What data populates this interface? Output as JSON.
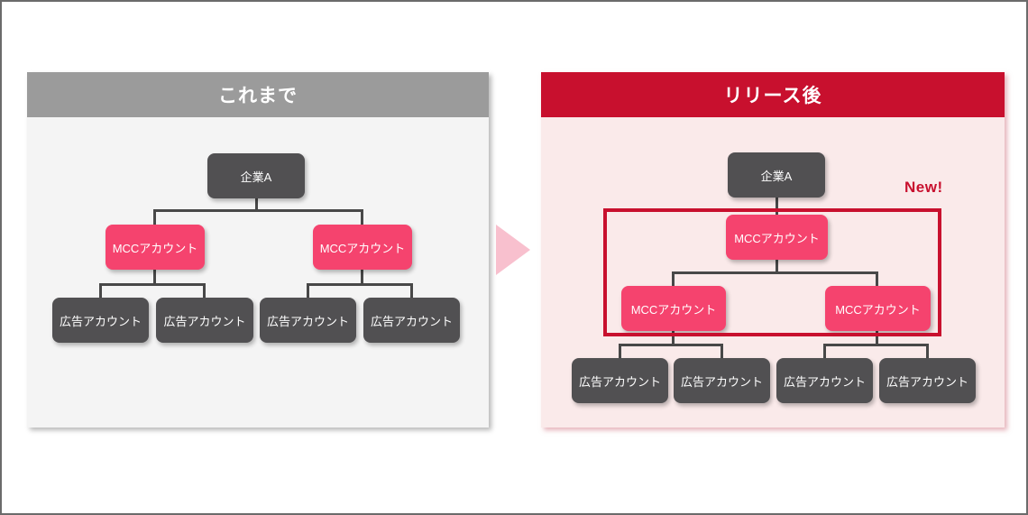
{
  "colors": {
    "header_before_bg": "#9b9b9b",
    "header_after_bg": "#c8102e",
    "panel_before_bg": "#f4f4f4",
    "panel_after_bg": "#faeaea",
    "node_dark": "#515052",
    "node_pink": "#f5436e",
    "connector": "#484848",
    "highlight_border": "#c8102e",
    "new_badge_text": "#c8102e",
    "arrow_fill": "#f8c0ce",
    "node_text": "#ffffff"
  },
  "before": {
    "header": "これまで",
    "company": "企業A",
    "mcc_left": "MCCアカウント",
    "mcc_right": "MCCアカウント",
    "ads": [
      "広告アカウント",
      "広告アカウント",
      "広告アカウント",
      "広告アカウント"
    ]
  },
  "after": {
    "header": "リリース後",
    "company": "企業A",
    "new_badge": "New!",
    "mcc_top": "MCCアカウント",
    "mcc_left": "MCCアカウント",
    "mcc_right": "MCCアカウント",
    "ads": [
      "広告アカウント",
      "広告アカウント",
      "広告アカウント",
      "広告アカウント"
    ]
  }
}
